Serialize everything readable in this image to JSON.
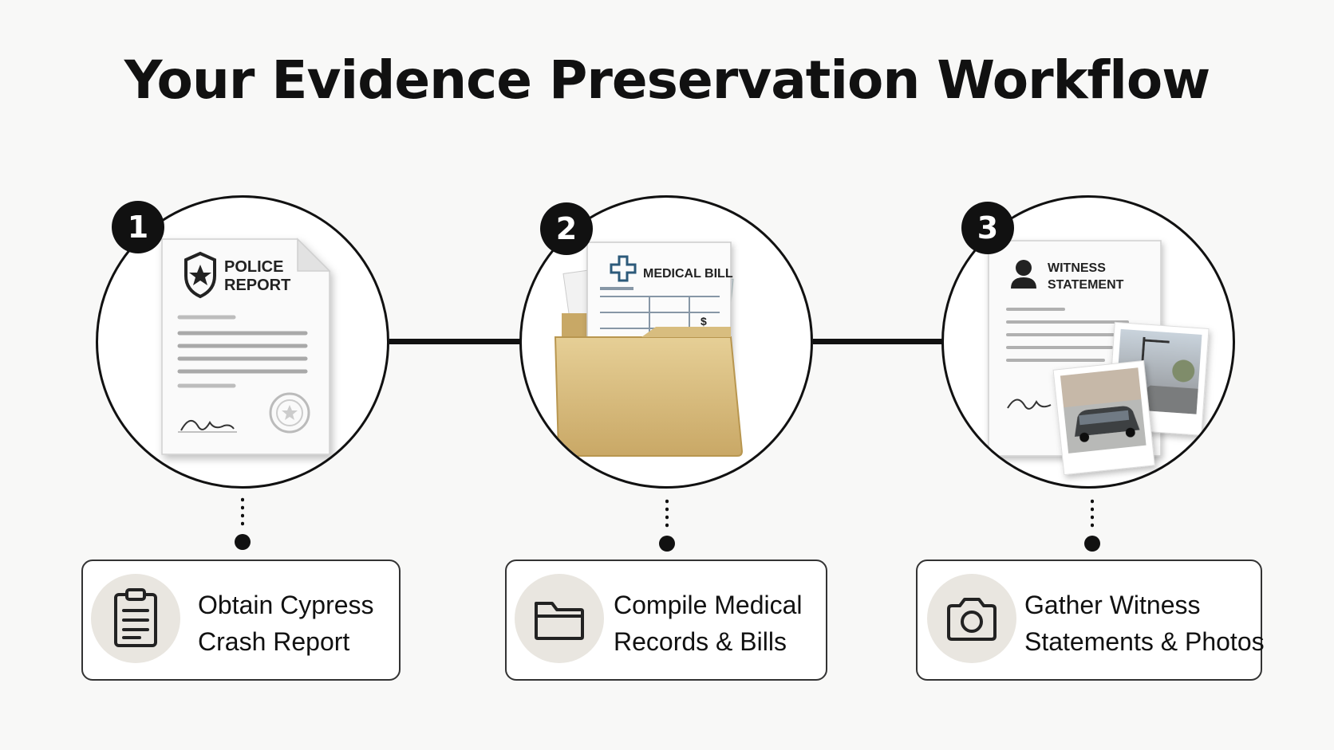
{
  "title": "Your Evidence Preservation Workflow",
  "steps": [
    {
      "number": "1",
      "document": {
        "line1": "POLICE",
        "line2": "REPORT"
      },
      "card": {
        "line1": "Obtain Cypress",
        "line2": "Crash Report"
      },
      "card_icon": "clipboard-icon"
    },
    {
      "number": "2",
      "document": {
        "line1": "MEDICAL BILL",
        "line2": "$"
      },
      "card": {
        "line1": "Compile Medical",
        "line2": "Records & Bills"
      },
      "card_icon": "folder-icon"
    },
    {
      "number": "3",
      "document": {
        "line1": "WITNESS",
        "line2": "STATEMENT"
      },
      "card": {
        "line1": "Gather Witness",
        "line2": "Statements & Photos"
      },
      "card_icon": "camera-icon"
    }
  ],
  "colors": {
    "ink": "#111111",
    "folder": "#d9bd7e",
    "icon_bg": "#e9e6e0"
  }
}
